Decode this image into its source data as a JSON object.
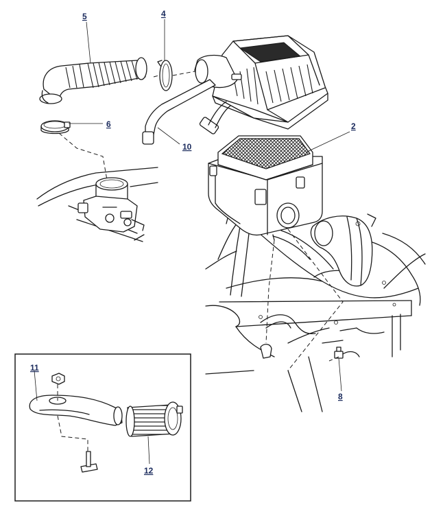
{
  "callouts": {
    "c5": "5",
    "c4": "4",
    "c6": "6",
    "c10": "10",
    "c2": "2",
    "c8": "8",
    "c11": "11",
    "c12": "12"
  }
}
